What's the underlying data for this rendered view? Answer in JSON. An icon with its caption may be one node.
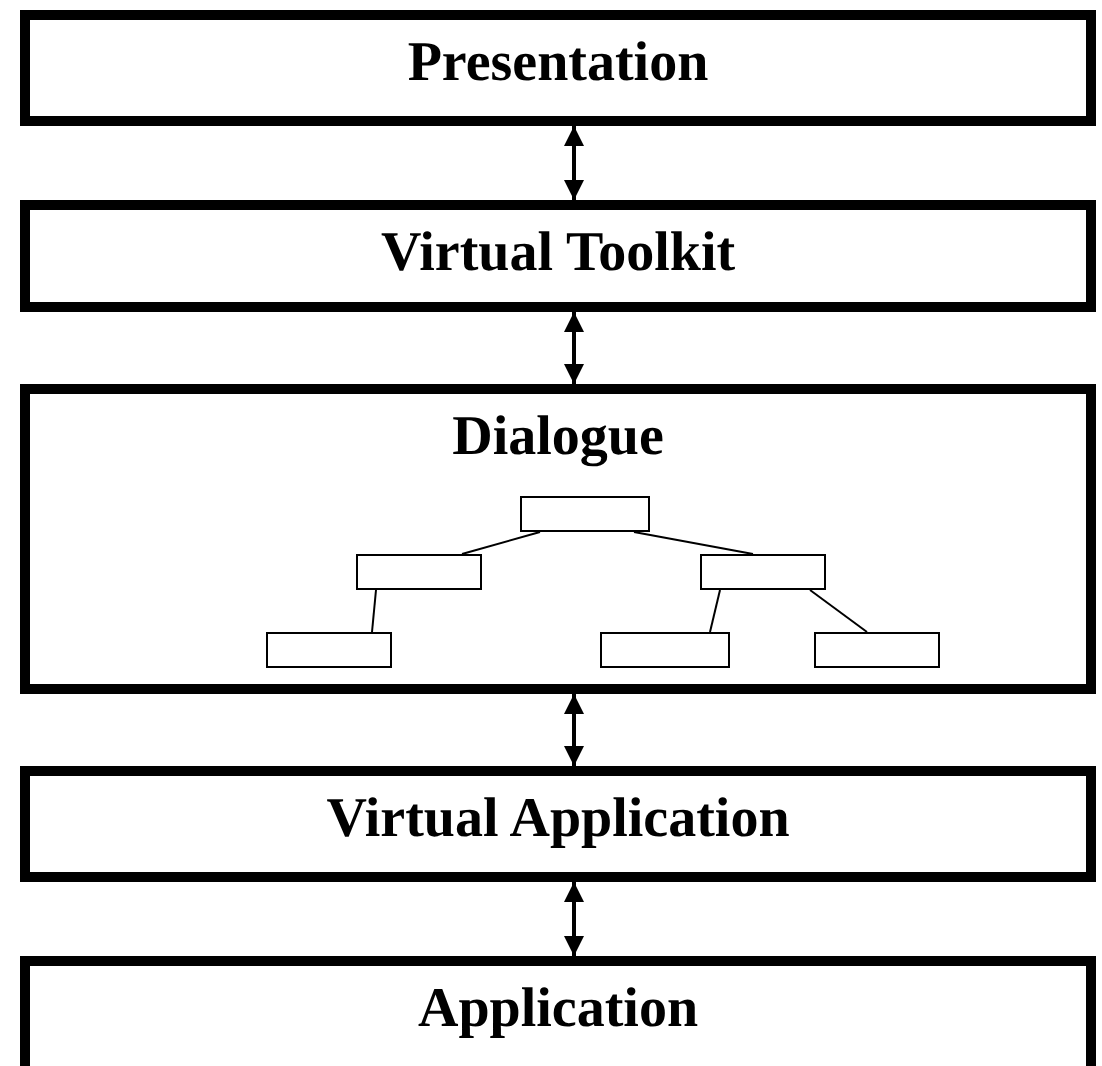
{
  "diagram": {
    "nodes": [
      {
        "text": [
          "Presentation"
        ]
      },
      {
        "text": [
          "Virtual Toolkit"
        ]
      },
      {
        "text": [
          "Dialogue"
        ]
      },
      {
        "text": [],
        "shape": "box",
        "in": 2
      },
      {
        "text": [],
        "shape": "box",
        "in": 2
      },
      {
        "text": [],
        "shape": "box",
        "in": 2
      },
      {
        "text": [],
        "shape": "box",
        "in": 2
      },
      {
        "text": [],
        "shape": "box",
        "in": 2
      },
      {
        "text": [],
        "shape": "box",
        "in": 2
      },
      {
        "text": [
          "Virtual Application"
        ]
      },
      {
        "text": [
          "Application"
        ]
      }
    ],
    "edges": [
      {
        "from": 0,
        "to": 1,
        "arrow": "both"
      },
      {
        "from": 1,
        "to": 2,
        "arrow": "both"
      },
      {
        "from": 2,
        "to": 9,
        "arrow": "both"
      },
      {
        "from": 9,
        "to": 10,
        "arrow": "both"
      },
      {
        "from": 3,
        "to": 4,
        "arrow": "none"
      },
      {
        "from": 3,
        "to": 5,
        "arrow": "none"
      },
      {
        "from": 4,
        "to": 6,
        "arrow": "none"
      },
      {
        "from": 5,
        "to": 7,
        "arrow": "none"
      },
      {
        "from": 5,
        "to": 8,
        "arrow": "none"
      }
    ]
  }
}
